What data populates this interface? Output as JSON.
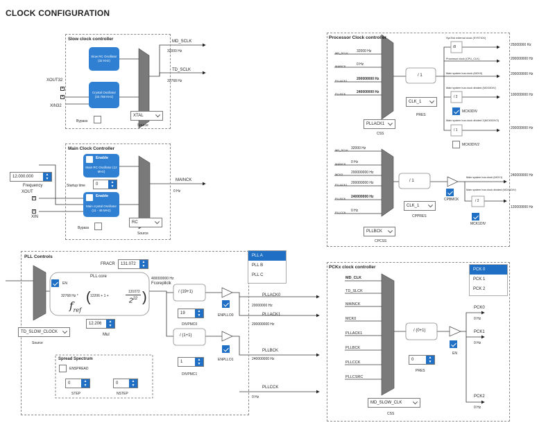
{
  "title": "CLOCK CONFIGURATION",
  "slow": {
    "title": "Slow clock controller",
    "rc_osc": "Slow RC Oscillator (32 KHz)",
    "xtal_osc": "Crystal Oscillator (32.768 KHz)",
    "xout32": "XOUT32",
    "xin32": "XIN32",
    "bypass": "Bypass",
    "source_value": "XTAL",
    "source_label": "Source",
    "md_sclk": "MD_SCLK",
    "md_sclk_freq": "32000 Hz",
    "td_sclk": "TD_SCLK",
    "td_sclk_freq": "32768 Hz"
  },
  "main": {
    "title": "Main Clock Controller",
    "enable1": "Enable",
    "rc_osc": "Main RC Oscillator (12 MHz)",
    "startup_label": "Startup time",
    "startup_value": "0",
    "enable2": "Enable",
    "xtal_osc": "Main crystal Oscillator (11 - 48 MHz)",
    "bypass": "Bypass",
    "source_value": "RC",
    "source_label": "Source",
    "freq_value": "12.000.000",
    "freq_label": "Frequency",
    "xout": "XOUT",
    "xin": "XIN",
    "mainck": "MAINCK",
    "mainck_freq": "0 Hz"
  },
  "proc": {
    "title": "Processor Clock controller",
    "inputs": [
      {
        "name": "MD_SCLK",
        "freq": "32000 Hz"
      },
      {
        "name": "MAINCK",
        "freq": "0 Hz"
      },
      {
        "name": "PLLACK1",
        "freq": "200000000 Hz"
      },
      {
        "name": "PLLBCK",
        "freq": "240000000 Hz"
      }
    ],
    "css_value": "PLLACK1",
    "css_label": "CSS",
    "div1": "/ 1",
    "pres_value": "CLK_1",
    "pres_label": "PRES",
    "systick_caption": "SysTick external clock (SYSTICK)",
    "systick_div": "/8",
    "systick_freq": "25000000 Hz",
    "fclk_caption": "Processor clock (CPU_CLK)",
    "fclk_freq": "200000000 Hz",
    "mck0_caption": "Main system bus clock (MCK0)",
    "mck0_freq": "200000000 Hz",
    "mck0div_caption": "Main system bus clock divided (MCK0DIV)",
    "mck0div_div": "/ 2",
    "mck0div_freq": "100000000 Hz",
    "mck0div_label": "MCK0DIV",
    "mck0div2_caption": "Main system bus clock divided 2(MCK0DIV2)",
    "mck0div2_div": "/ 1",
    "mck0div2_freq": "200000000 Hz",
    "mck0div2_label": "MCK0DIV2",
    "inputs2": [
      {
        "name": "MD_SCLK",
        "freq": "32000 Hz"
      },
      {
        "name": "MAINCK",
        "freq": "0 Hz"
      },
      {
        "name": "MCK0",
        "freq": "200000000 Hz"
      },
      {
        "name": "PLLACK1",
        "freq": "200000000 Hz"
      },
      {
        "name": "PLLBCK",
        "freq": "240000000 Hz"
      },
      {
        "name": "PLLCCK",
        "freq": "0 Hz"
      }
    ],
    "cpcss_value": "PLLBCK",
    "cpcss_label": "CPCSS",
    "div2": "/ 1",
    "cppres_value": "CLK_1",
    "cppres_label": "CPPRES",
    "cpbmck_label": "CPBMCK",
    "mck1_caption": "Main system bus clock (MCK1)",
    "mck1_freq": "240000000 Hz",
    "mck1div_caption": "Main system bus clock divided (MCK1DIV)",
    "mck1div_div": "/ 2",
    "mck1div_freq": "120000000 Hz",
    "mck1div_label": "MCK1DIV"
  },
  "pll": {
    "title": "PLL Controls",
    "fracr_label": "FRACR",
    "fracr_value": "131.072",
    "core_label": "PLL core",
    "en_label": "EN",
    "formula_hz": "32768 Hz *",
    "formula_mul": "12206 + 1 +",
    "formula_num": "131072",
    "formula_den": "2",
    "formula_exp": "22",
    "fref": "f",
    "fref_sub": "ref",
    "mul_value": "12.206",
    "mul_label": "Mul",
    "fcore_freq": "400000000 Hz",
    "fcore_label": "Fcorepllclk",
    "source_value": "TD_SLOW_CLOCK",
    "source_label": "Source",
    "div0": "/ (19+1)",
    "divpmc0_value": "19",
    "divpmc0_label": "DIVPMC0",
    "enpll0": "ENPLLO0",
    "div1": "/ (1+1)",
    "divpmc1_value": "1",
    "divpmc1_label": "DIVPMC1",
    "enpll1": "ENPLLO1",
    "plla_ck0": "PLLACK0",
    "plla_ck0_freq": "20000000 Hz",
    "plla_ck1": "PLLACK1",
    "plla_ck1_freq": "200000000 Hz",
    "pllbck": "PLLBCK",
    "pllbck_freq": "240000000 Hz",
    "pllcck": "PLLCCK",
    "pllcck_freq": "0 Hz",
    "list": [
      "PLL A",
      "PLL B",
      "PLL C"
    ],
    "ss_title": "Spread Spectrum",
    "enspread": "ENSPREAD",
    "step_value": "0",
    "step_label": "STEP",
    "nstep_value": "0",
    "nstep_label": "NSTEP"
  },
  "pck": {
    "title": "PCKx clock controller",
    "inputs": [
      "MD_CLK",
      "TD_SLCK",
      "MAINCK",
      "MCK0",
      "PLLACK1",
      "PLLBCK",
      "PLLCCK",
      "PLLCSRC"
    ],
    "list": [
      "PCK 0",
      "PCK 1",
      "PCK 2"
    ],
    "div": "/ (0+1)",
    "pres_value": "0",
    "pres_label": "PRES",
    "en_label": "EN",
    "css_value": "MD_SLOW_CLK",
    "css_label": "CSS",
    "pck0": "PCK0",
    "pck0_freq": "0 Hz",
    "pck1": "PCK1",
    "pck1_freq": "0 Hz",
    "pck2": "PCK2",
    "pck2_freq": "0 Hz"
  }
}
